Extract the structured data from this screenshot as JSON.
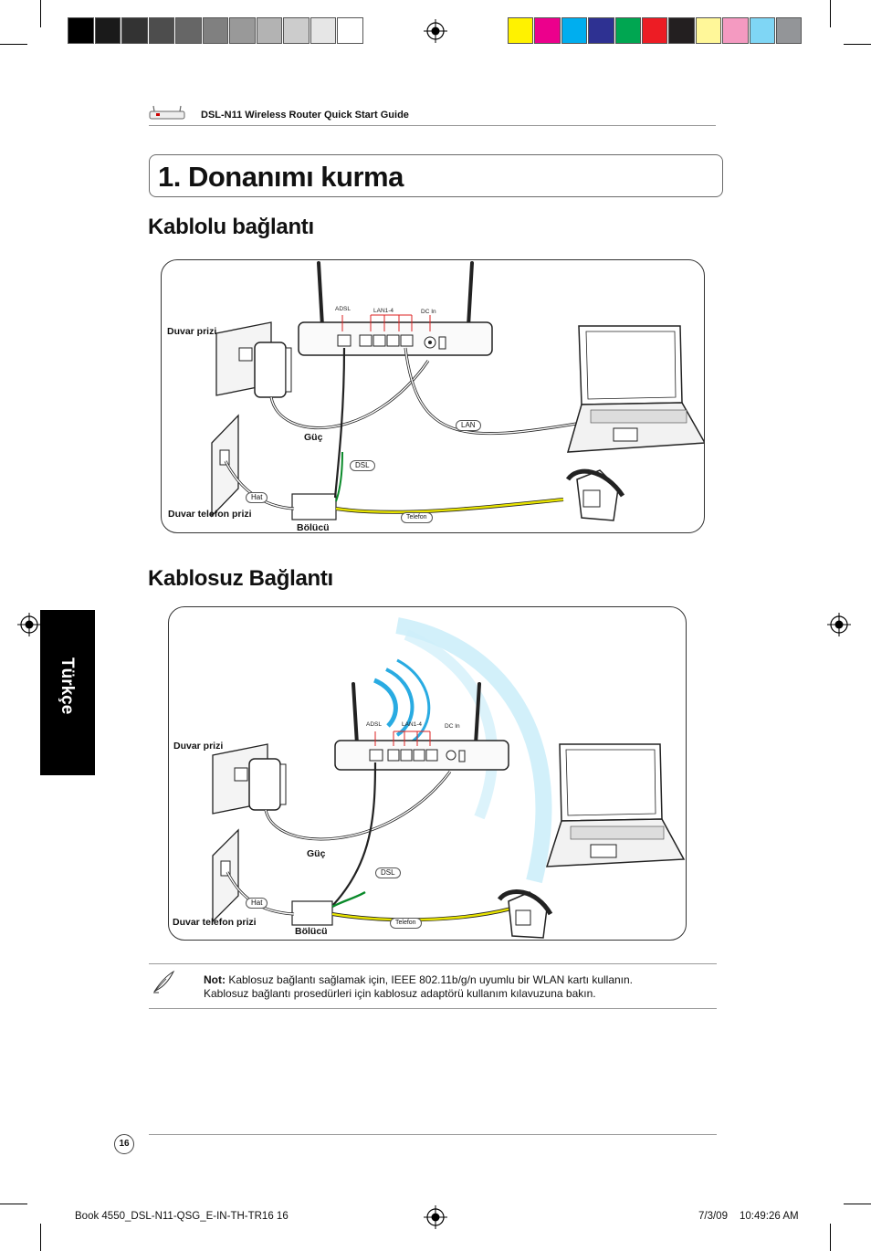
{
  "header": {
    "title": "DSL-N11 Wireless Router Quick Start Guide"
  },
  "grayscale_swatches": [
    "#000000",
    "#1a1a1a",
    "#333333",
    "#4d4d4d",
    "#666666",
    "#808080",
    "#999999",
    "#b3b3b3",
    "#cccccc",
    "#e6e6e6",
    "#ffffff"
  ],
  "color_swatches": [
    "#fff200",
    "#ec008c",
    "#00aeef",
    "#2e3192",
    "#00a651",
    "#ed1c24",
    "#231f20",
    "#fff799",
    "#f49ac1",
    "#7fd6f5",
    "#939598"
  ],
  "section_title": "1. Donanımı kurma",
  "wired": {
    "heading": "Kablolu bağlantı",
    "labels": {
      "wall_outlet": "Duvar prizi",
      "power": "Güç",
      "dsl": "DSL",
      "lan": "LAN",
      "line": "Hat",
      "wall_phone_jack": "Duvar telefon prizi",
      "splitter": "Bölücü",
      "telephone": "Telefon",
      "adsl": "ADSL",
      "lan_ports": "LAN1-4",
      "dc_in": "DC In"
    }
  },
  "wireless": {
    "heading": "Kablosuz Bağlantı",
    "labels": {
      "wall_outlet": "Duvar prizi",
      "power": "Güç",
      "dsl": "DSL",
      "line": "Hat",
      "wall_phone_jack": "Duvar telefon prizi",
      "splitter": "Bölücü",
      "telephone": "Telefon",
      "adsl": "ADSL",
      "lan_ports": "LAN1-4",
      "dc_in": "DC In"
    }
  },
  "side_tab": "Türkçe",
  "note": {
    "label": "Not:",
    "line1": " Kablosuz bağlantı sağlamak için, IEEE 802.11b/g/n uyumlu bir WLAN kartı kullanın.",
    "line2": "Kablosuz bağlantı prosedürleri için kablosuz adaptörü kullanım kılavuzuna bakın."
  },
  "page_number": "16",
  "footer": {
    "file": "Book 4550_DSL-N11-QSG_E-IN-TH-TR16   16",
    "date": "7/3/09",
    "time": "10:49:26 AM"
  }
}
